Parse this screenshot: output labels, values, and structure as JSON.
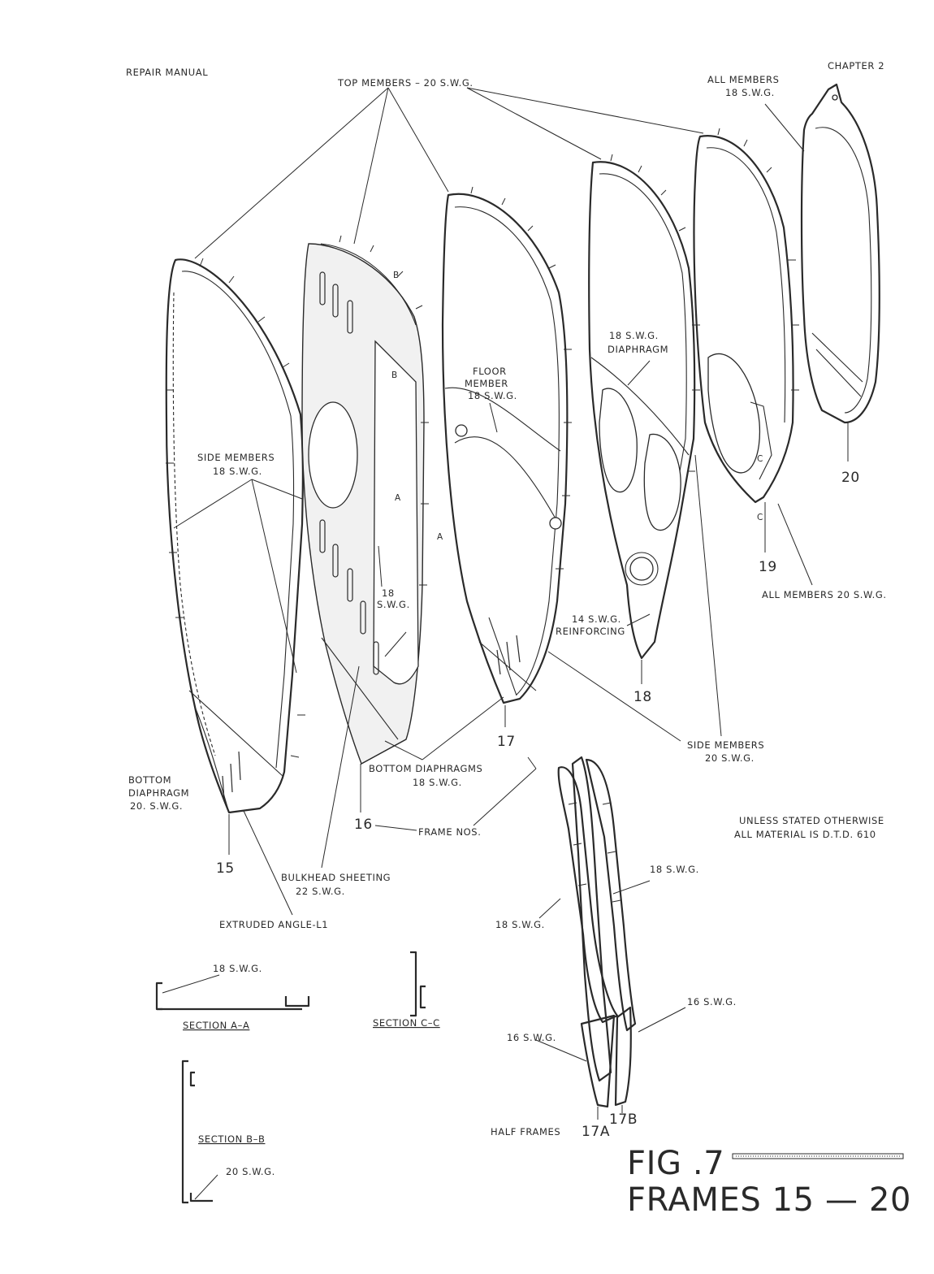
{
  "header": {
    "left": "REPAIR MANUAL",
    "right": "CHAPTER 2"
  },
  "labels": {
    "top_members": "TOP MEMBERS – 20 S.W.G.",
    "all_members_18_l1": "ALL MEMBERS",
    "all_members_18_l2": "18 S.W.G.",
    "side_members_18_l1": "SIDE MEMBERS",
    "side_members_18_l2": "18 S.W.G.",
    "floor_member_l1": "FLOOR",
    "floor_member_l2": "MEMBER",
    "floor_member_l3": "18 S.W.G.",
    "diaphragm_18_l1": "18 S.W.G.",
    "diaphragm_18_l2": "DIAPHRAGM",
    "reinforcing_l1": "14 S.W.G.",
    "reinforcing_l2": "REINFORCING",
    "all_members_20": "ALL MEMBERS 20 S.W.G.",
    "side_members_20_l1": "SIDE MEMBERS",
    "side_members_20_l2": "20 S.W.G.",
    "bottom_diaphragms_l1": "BOTTOM DIAPHRAGMS",
    "bottom_diaphragms_l2": "18 S.W.G.",
    "bottom_diaphragm_l1": "BOTTOM",
    "bottom_diaphragm_l2": "DIAPHRAGM",
    "bottom_diaphragm_l3": "20. S.W.G.",
    "frame_nos": "FRAME NOS.",
    "bulkhead_l1": "BULKHEAD SHEETING",
    "bulkhead_l2": "22 S.W.G.",
    "extruded_angle": "EXTRUDED ANGLE-L1",
    "unless_l1": "UNLESS STATED OTHERWISE",
    "unless_l2": "ALL MATERIAL IS  D.T.D. 610",
    "inner_18_l1": "18",
    "inner_18_l2": "S.W.G.",
    "half_18_right": "18 S.W.G.",
    "half_18_left": "18 S.W.G.",
    "half_16_right": "16 S.W.G.",
    "half_16_left": "16 S.W.G.",
    "half_frames": "HALF FRAMES",
    "sec_aa_swg": "18 S.W.G.",
    "sec_aa": "SECTION  A–A",
    "sec_cc": "SECTION  C–C",
    "sec_bb": "SECTION  B–B",
    "sec_bb_swg": "20 S.W.G.",
    "sec_mark_a": "A",
    "sec_mark_b": "B",
    "sec_mark_c": "C"
  },
  "frames": {
    "f15": "15",
    "f16": "16",
    "f17": "17",
    "f18": "18",
    "f19": "19",
    "f20": "20",
    "f17a": "17A",
    "f17b": "17B"
  },
  "title": {
    "line1": "FIG .7",
    "line2": "FRAMES  15 — 20"
  }
}
